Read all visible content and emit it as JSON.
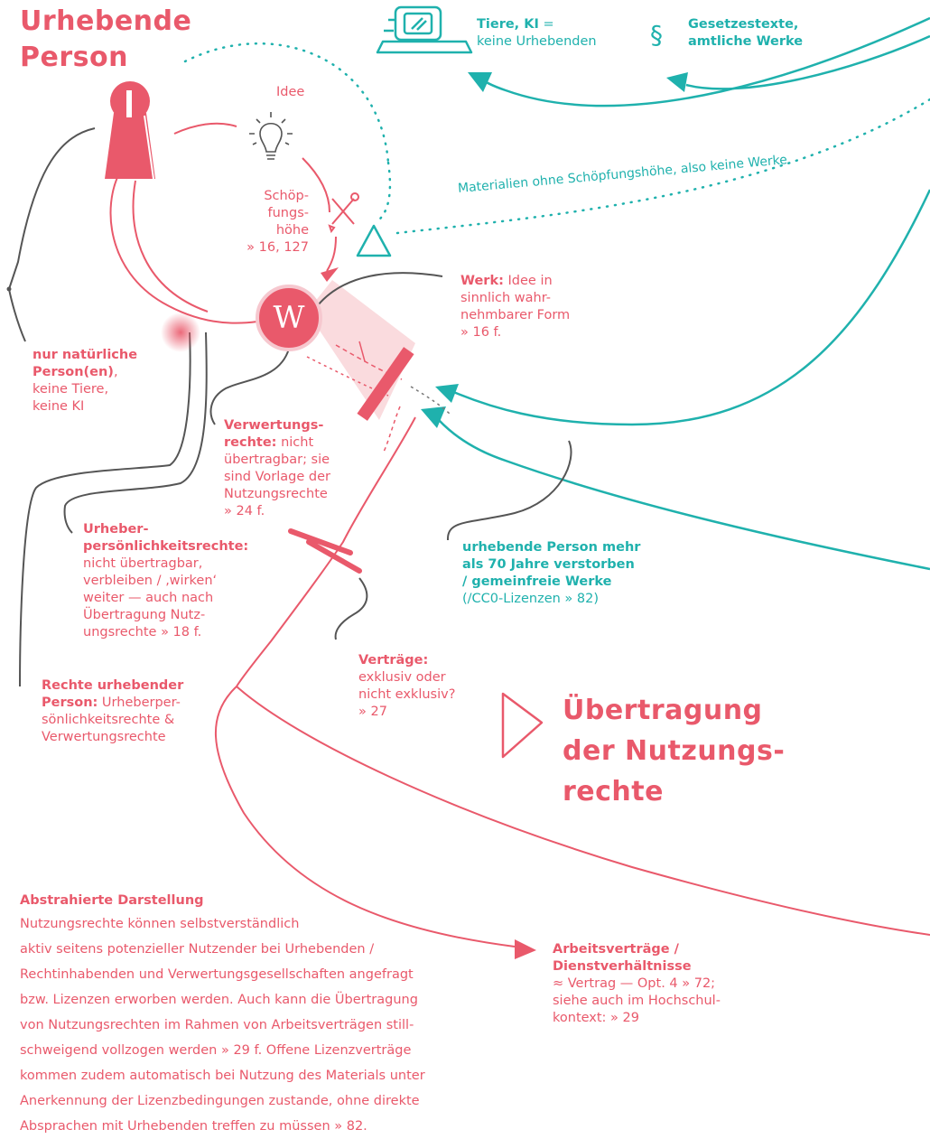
{
  "colors": {
    "red": "#e9596b",
    "teal": "#1fb1ad",
    "grey": "#555555"
  },
  "icons": [
    "keyhole-person-icon",
    "lightbulb-icon",
    "tools-icon",
    "computer-icon",
    "paragraph-icon",
    "work-circle-icon",
    "triangle-marker-icon"
  ],
  "header": {
    "title_line1": "Urhebende",
    "title_line2": "Person"
  },
  "top": {
    "ai_bold": "Tiere, KI",
    "ai_rest1": " =",
    "ai_rest2": "keine Urhebenden",
    "law_line1": "Gesetzestexte,",
    "law_line2": "amtliche Werke"
  },
  "cycle": {
    "idea": "Idee",
    "height_l1": "Schöp-",
    "height_l2": "fungs-",
    "height_l3": "höhe",
    "height_l4": "» 16, 127"
  },
  "no_works": "Materialien ohne Schöpfungshöhe, also keine Werke",
  "work": {
    "symbol": "W",
    "bold": "Werk:",
    "rest1": " Idee in",
    "l2": "sinnlich wahr-",
    "l3": "nehmbarer Form",
    "l4": "» 16 f."
  },
  "natural": {
    "l1": "nur natürliche",
    "l2": "Person(en)",
    "l2_rest": ",",
    "l3": "keine Tiere,",
    "l4": "keine KI"
  },
  "exploitation": {
    "l1": "Verwertungs-",
    "l2_bold": "rechte:",
    "l2_rest": " nicht",
    "l3": "übertragbar; sie",
    "l4": "sind Vorlage der",
    "l5": "Nutzungsrechte",
    "l6": "» 24 f."
  },
  "personality": {
    "l1": "Urheber-",
    "l2": "persönlichkeitsrechte:",
    "l3": "nicht übertragbar,",
    "l4": "verbleiben / ‚wirken‘",
    "l5": "weiter — auch nach",
    "l6": "Übertragung Nutz-",
    "l7": "ungsrechte » 18 f."
  },
  "public_domain": {
    "l1": "urhebende Person mehr",
    "l2": "als 70 Jahre verstorben",
    "l3": "/ gemeinfreie Werke",
    "l4": "(/CC0-Lizenzen » 82)"
  },
  "rights": {
    "l1": "Rechte urhebender",
    "l2_bold": "Person:",
    "l2_rest": " Urheberper-",
    "l3": "sönlichkeitsrechte &",
    "l4": "Verwertungsrechte"
  },
  "contracts": {
    "l1": "Verträge:",
    "l2": "exklusiv oder",
    "l3": "nicht exklusiv?",
    "l4": "» 27"
  },
  "transfer": {
    "l1": "Übertragung",
    "l2": "der Nutzungs-",
    "l3": "rechte"
  },
  "abstract": {
    "title": "Abstrahierte Darstellung",
    "lines": [
      "Nutzungsrechte können selbstverständlich",
      "aktiv seitens potenzieller Nutzender bei Urhebenden /",
      "Rechtinhabenden und Verwertungsgesellschaften angefragt",
      "bzw. Lizenzen erworben werden. Auch kann die Übertragung",
      "von Nutzungsrechten im Rahmen von Arbeitsverträgen still-",
      "schweigend vollzogen werden » 29 f. Offene Lizenzverträge",
      "kommen zudem automatisch bei Nutzung des Materials unter",
      "Anerkennung der Lizenzbedingungen zustande, ohne direkte",
      "Absprachen mit Urhebenden treffen zu müssen » 82."
    ]
  },
  "employment": {
    "l1": "Arbeitsverträge /",
    "l2": "Dienstverhältnisse",
    "l3": "≈ Vertrag — Opt. 4 » 72;",
    "l4": "siehe auch im Hochschul-",
    "l5": "kontext: » 29"
  }
}
